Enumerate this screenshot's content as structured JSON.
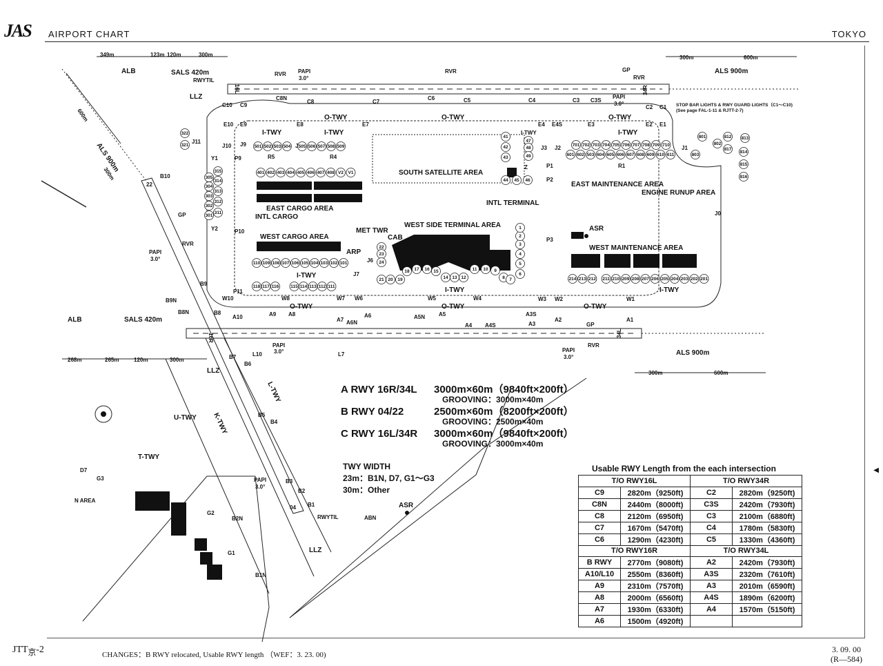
{
  "header": {
    "logo": "JAS",
    "title": "AIRPORT CHART",
    "city": "TOKYO"
  },
  "labels": {
    "sals_top": "SALS 420m",
    "sals_left": "SALS 420m",
    "alb": "ALB",
    "rwytil": "RWYTIL",
    "llz": "LLZ",
    "rvr": "RVR",
    "papi": "PAPI",
    "papi_angle": "3.0°",
    "gp": "GP",
    "als_900": "ALS 900m",
    "als_900_diag": "ALS 900m",
    "stop_bar": "STOP BAR LIGHTS & RWY GUARD LIGHTS（C1〜C10)",
    "see_page": "(See page FAL-1-11 & RJTT-2-7)",
    "otwy": "O-TWY",
    "itwy": "I-TWY",
    "ktwy": "K-TWY",
    "ltwy": "L-TWY",
    "utwy": "U-TWY",
    "ttwy": "T-TWY",
    "south_satellite": "SOUTH SATELLITE AREA",
    "intl_terminal": "INTL TERMINAL",
    "east_maint": "EAST MAINTENANCE AREA",
    "engine_runup": "ENGINE RUNUP AREA",
    "east_cargo": "EAST CARGO AREA",
    "intl_cargo": "INTL CARGO",
    "west_cargo": "WEST CARGO AREA",
    "met_twr": "MET TWR",
    "cab": "CAB",
    "arp": "ARP",
    "west_side_terminal": "WEST SIDE TERMINAL AREA",
    "asr": "ASR",
    "west_maint": "WEST MAINTENANCE AREA",
    "n_area": "N AREA",
    "abn": "ABN",
    "dims_top_left": [
      "349m",
      "123m",
      "120m",
      "300m"
    ],
    "dims_top_right": [
      "300m",
      "600m"
    ],
    "dims_bottom_left": [
      "268m",
      "265m",
      "120m",
      "300m"
    ],
    "dims_bottom_right": [
      "300m",
      "600m"
    ],
    "dim_600": "600m",
    "dim_300": "300m",
    "rwy_16R": "16R",
    "rwy_34L": "34L",
    "rwy_16L": "16L",
    "rwy_34R": "34R",
    "rwy_04": "04",
    "rwy_22": "22"
  },
  "taxiways": [
    "C10",
    "C9",
    "C8N",
    "C8",
    "C7",
    "C6",
    "C5",
    "C4",
    "C3",
    "C3S",
    "C2",
    "C1",
    "E10",
    "E9",
    "E8",
    "E7",
    "E4",
    "E4S",
    "E3",
    "E2",
    "E1",
    "J11",
    "J10",
    "J9",
    "J8",
    "J7",
    "J6",
    "J3",
    "J2",
    "J1",
    "J0",
    "Y1",
    "Y2",
    "P9",
    "P10",
    "P11",
    "P1",
    "P2",
    "P3",
    "R5",
    "R4",
    "R1",
    "Z",
    "B10",
    "B9",
    "B9N",
    "B8N",
    "B8",
    "W10",
    "W8",
    "W7",
    "W6",
    "W5",
    "W4",
    "W3",
    "W2",
    "W1",
    "A10",
    "A9",
    "A8",
    "A7",
    "A6",
    "A6N",
    "A5N",
    "A5",
    "A4",
    "A4S",
    "A3S",
    "A3",
    "A2",
    "A1",
    "L7",
    "L10",
    "B7",
    "B6",
    "B5",
    "B4",
    "B3",
    "B2",
    "B2N",
    "B1",
    "B1N",
    "G1",
    "G2",
    "G3",
    "D7"
  ],
  "spots": {
    "r5_row": [
      "501",
      "502",
      "503",
      "504",
      "505",
      "506",
      "507",
      "508",
      "509"
    ],
    "v_row": [
      "401",
      "402",
      "403",
      "404",
      "405",
      "406",
      "407",
      "408",
      "V2",
      "V1"
    ],
    "j11_col": [
      "322",
      "321",
      "305",
      "304",
      "303",
      "302",
      "301",
      "315",
      "314",
      "313",
      "312",
      "311"
    ],
    "sat_col": [
      "41",
      "42",
      "43",
      "44",
      "45",
      "46",
      "47",
      "48",
      "49"
    ],
    "east_row1": [
      "701",
      "702",
      "703",
      "704",
      "705",
      "706",
      "707",
      "708",
      "709",
      "710"
    ],
    "east_row2": [
      "601",
      "602",
      "503",
      "604",
      "605",
      "606",
      "607",
      "608",
      "609",
      "610",
      "611"
    ],
    "east_right": [
      "801",
      "802",
      "803",
      "812",
      "813",
      "814",
      "815",
      "816",
      "817"
    ],
    "west_cargo_row": [
      "110",
      "109",
      "108",
      "107",
      "106",
      "105",
      "104",
      "103",
      "102",
      "101"
    ],
    "west_cargo_row2": [
      "118",
      "117",
      "116",
      "115",
      "114",
      "113",
      "112",
      "111"
    ],
    "west_term": [
      "21",
      "20",
      "19",
      "18",
      "17",
      "16",
      "15",
      "14",
      "13",
      "12",
      "11",
      "10",
      "9",
      "8",
      "7",
      "6",
      "5",
      "4",
      "3",
      "2",
      "1",
      "22",
      "23",
      "24"
    ],
    "west_maint": [
      "214",
      "213",
      "212",
      "211",
      "210",
      "209",
      "208",
      "207",
      "206",
      "205",
      "204",
      "203",
      "202",
      "201"
    ]
  },
  "runways": [
    {
      "name": "A RWY 16R/34L",
      "dims": "3000m×60m（9840ft×200ft）",
      "grooving": "GROOVING：3000m×40m"
    },
    {
      "name": "B RWY 04/22",
      "dims": "2500m×60m（8200ft×200ft）",
      "grooving": "GROOVING：2500m×40m"
    },
    {
      "name": "C RWY 16L/34R",
      "dims": "3000m×60m（9840ft×200ft）",
      "grooving": "GROOVING：3000m×40m"
    }
  ],
  "twy_width": {
    "title": "TWY WIDTH",
    "line1": "23m：B1N, D7, G1〜G3",
    "line2": "30m：Other"
  },
  "usable_table": {
    "title": "Usable RWY Length from the each intersection",
    "sec1": {
      "left_head": "T/O RWY16L",
      "right_head": "T/O RWY34R",
      "rows": [
        [
          "C9",
          "2820m（9250ft)",
          "C2",
          "2820m（9250ft)"
        ],
        [
          "C8N",
          "2440m（8000ft)",
          "C3S",
          "2420m（7930ft)"
        ],
        [
          "C8",
          "2120m（6950ft)",
          "C3",
          "2100m（6880ft)"
        ],
        [
          "C7",
          "1670m（5470ft)",
          "C4",
          "1780m（5830ft)"
        ],
        [
          "C6",
          "1290m（4230ft)",
          "C5",
          "1330m（4360ft)"
        ]
      ]
    },
    "sec2": {
      "left_head": "T/O RWY16R",
      "right_head": "T/O RWY34L",
      "rows": [
        [
          "B RWY",
          "2770m（9080ft)",
          "A2",
          "2420m（7930ft)"
        ],
        [
          "A10/L10",
          "2550m（8360ft)",
          "A3S",
          "2320m（7610ft)"
        ],
        [
          "A9",
          "2310m（7570ft)",
          "A3",
          "2010m（6590ft)"
        ],
        [
          "A8",
          "2000m（6560ft)",
          "A4S",
          "1890m（6200ft)"
        ],
        [
          "A7",
          "1930m（6330ft)",
          "A4",
          "1570m（5150ft)"
        ],
        [
          "A6",
          "1500m（4920ft)",
          "",
          ""
        ]
      ]
    }
  },
  "footer": {
    "code": "JTT",
    "code_sub": "京",
    "page": "-2",
    "changes": "CHANGES：B RWY relocated, Usable RWY length （WEF：3. 23. 00)",
    "date": "3. 09. 00",
    "ref": "(R—584)"
  }
}
